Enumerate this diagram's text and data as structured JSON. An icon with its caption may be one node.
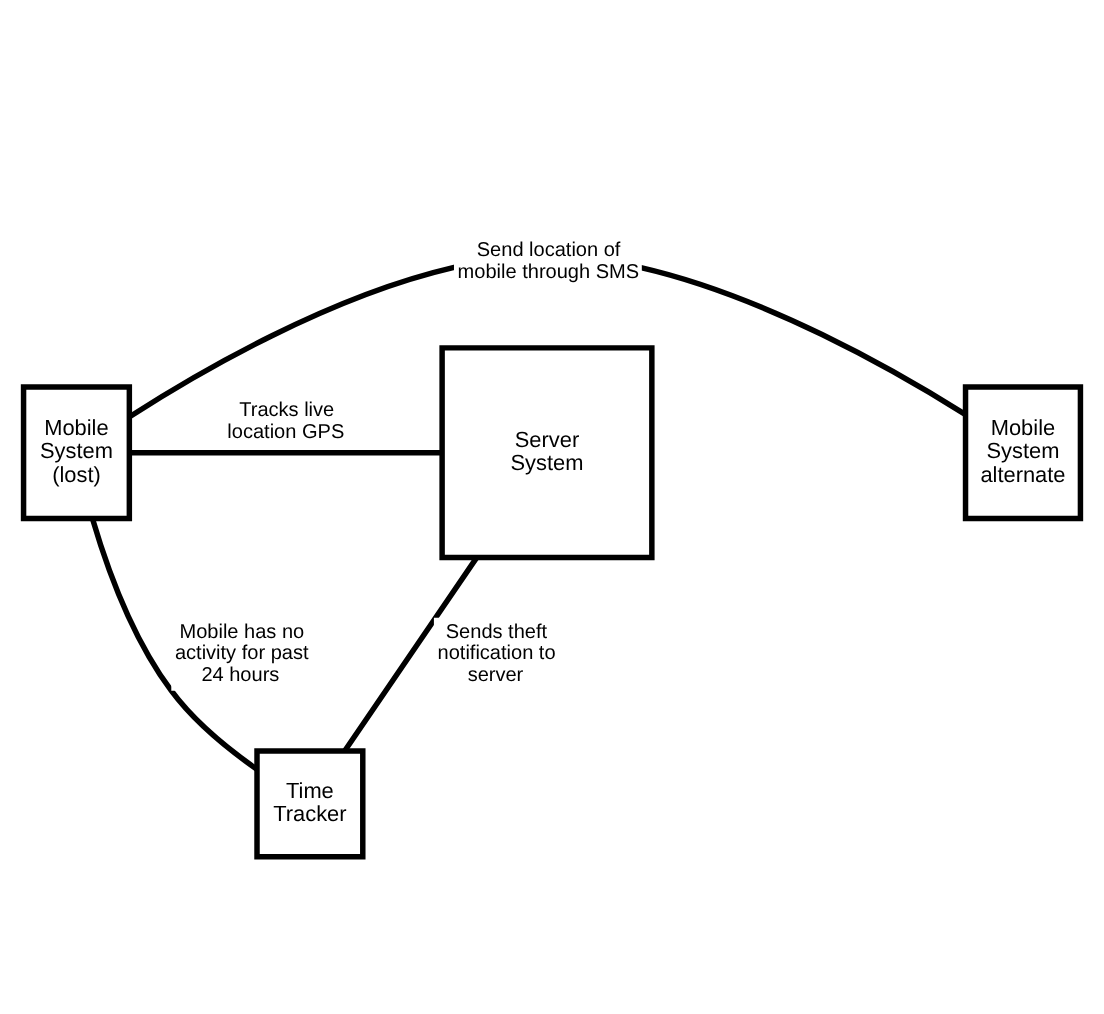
{
  "diagram": {
    "nodes": [
      {
        "text": [
          "Mobile System (lost)"
        ]
      },
      {
        "text": [
          "Server System"
        ]
      },
      {
        "text": [
          "Mobile System alternate"
        ]
      },
      {
        "text": [
          "Time Tracker"
        ]
      }
    ],
    "edges": [
      {
        "from": 0,
        "to": 2,
        "arrow": "none",
        "label": "Send location of mobile through SMS"
      },
      {
        "from": 0,
        "to": 1,
        "arrow": "none",
        "label": "Tracks live location GPS"
      },
      {
        "from": 0,
        "to": 3,
        "arrow": "none",
        "label": "Mobile has no activity for past 24 hours"
      },
      {
        "from": 1,
        "to": 3,
        "arrow": "none",
        "label": "Sends theft notification to server"
      }
    ]
  }
}
